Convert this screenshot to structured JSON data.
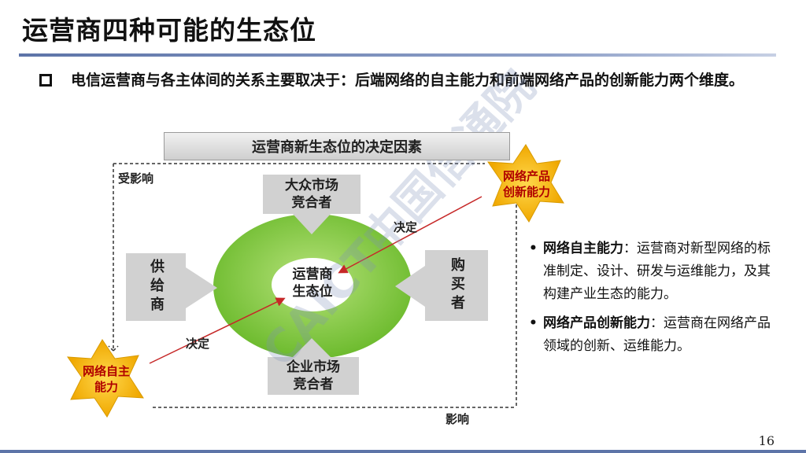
{
  "title": "运营商四种可能的生态位",
  "intro": "电信运营商与各主体间的关系主要取决于：后端网络的自主能力和前端网络产品的创新能力两个维度。",
  "diagram": {
    "banner": "运营商新生态位的决定因素",
    "top_box": "大众市场\n竞合者",
    "bottom_box": "企业市场\n竞合者",
    "left_box": "供给商",
    "right_box": "购买者",
    "center": "运营商\n生态位",
    "star_top_right": "网络产品\n创新能力",
    "star_bottom_left": "网络自主\n能力",
    "label_influenced": "受影响",
    "label_influence": "影响",
    "label_decide_top": "决定",
    "label_decide_bottom": "决定",
    "colors": {
      "star_fill": "#f5b800",
      "star_text": "#b00000",
      "ring_green": "#7dc63a",
      "box_gray": "#d1d1d1",
      "arrow_red": "#c62828"
    }
  },
  "bullets": [
    {
      "term": "网络自主能力",
      "text": "：运营商对新型网络的标准制定、设计、研发与运维能力，及其构建产业生态的能力。"
    },
    {
      "term": "网络产品创新能力",
      "text": "：运营商在网络产品领域的创新、运维能力。"
    }
  ],
  "watermark": "CAICT中国信通院",
  "page_number": "16"
}
